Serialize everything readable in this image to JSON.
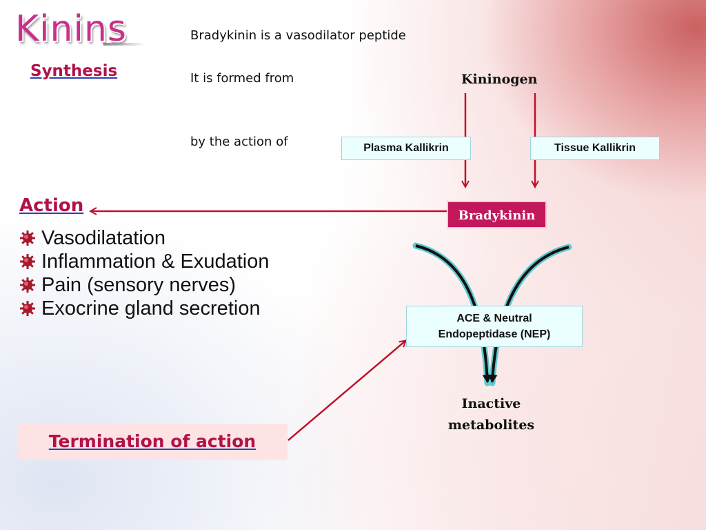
{
  "title": "Kinins",
  "subtitle": "Synthesis",
  "statements": {
    "line1": "Bradykinin is a vasodilator peptide",
    "line2": "It is formed  from",
    "line3": "by the action of"
  },
  "nodes": {
    "kininogen": "Kininogen",
    "plasma_kallikrin": "Plasma Kallikrin",
    "tissue_kallikrin": "Tissue Kallikrin",
    "bradykinin": "Bradykinin",
    "enzyme_line1": "ACE & Neutral",
    "enzyme_line2": "Endopeptidase (NEP)",
    "inactive_line1": "Inactive",
    "inactive_line2": "metabolites"
  },
  "action": {
    "heading": "Action",
    "items": [
      "Vasodilatation",
      "Inflammation & Exudation",
      "Pain (sensory nerves)",
      "Exocrine gland secretion"
    ]
  },
  "termination": "Termination  of action",
  "colors": {
    "accent": "#b1124a",
    "title": "#c8308a",
    "arrow": "#c0102a",
    "bradykinin_box": "#c2185b"
  }
}
